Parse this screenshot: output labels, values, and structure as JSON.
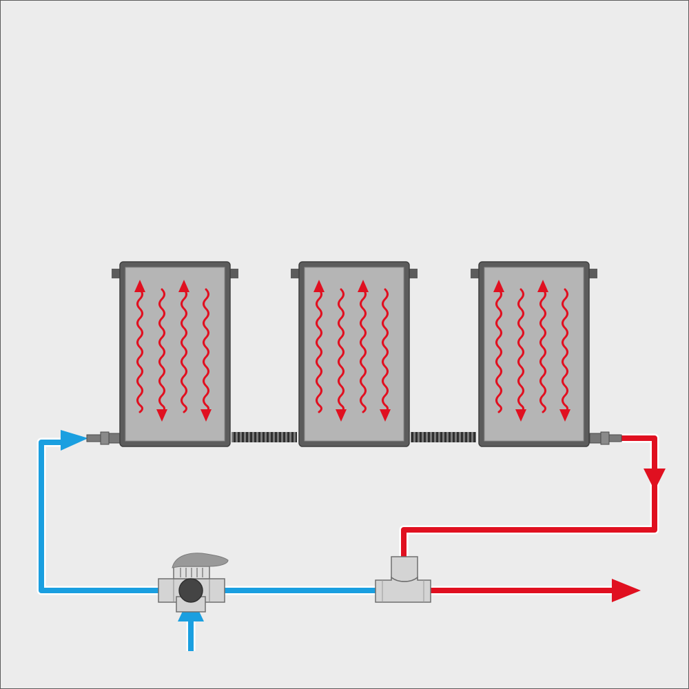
{
  "diagram": {
    "kind": "heating-circuit-schematic",
    "labels": [],
    "colors": {
      "background": "#ececec",
      "frame": "#5a5a5a",
      "radiator_body": "#5c5c5c",
      "radiator_panel": "#b5b5b5",
      "cold_flow": "#1a9fe0",
      "hot_flow": "#e01020",
      "fitting_metal": "#d4d4d4",
      "valve_handle": "#999999",
      "valve_core": "#444444",
      "hose": "#3a3a3a"
    },
    "radiators": [
      {
        "name": "radiator-1",
        "wave_directions": [
          "up",
          "down",
          "up",
          "down"
        ]
      },
      {
        "name": "radiator-2",
        "wave_directions": [
          "up",
          "down",
          "up",
          "down"
        ]
      },
      {
        "name": "radiator-3",
        "wave_directions": [
          "up",
          "down",
          "up",
          "down"
        ]
      }
    ],
    "connectors": [
      {
        "name": "flexible-hose-1-2",
        "from": "radiator-1",
        "to": "radiator-2"
      },
      {
        "name": "flexible-hose-2-3",
        "from": "radiator-2",
        "to": "radiator-3"
      }
    ],
    "components": [
      {
        "name": "three-way-valve",
        "type": "valve"
      },
      {
        "name": "tee-fitting",
        "type": "tee"
      }
    ],
    "flows": [
      {
        "name": "cold-inlet-flow",
        "temperature": "cold",
        "direction": "up"
      },
      {
        "name": "cold-supply-flow",
        "temperature": "cold",
        "direction": "right"
      },
      {
        "name": "hot-return-flow",
        "temperature": "hot",
        "direction": "down"
      },
      {
        "name": "hot-outlet-flow",
        "temperature": "hot",
        "direction": "right"
      }
    ]
  }
}
